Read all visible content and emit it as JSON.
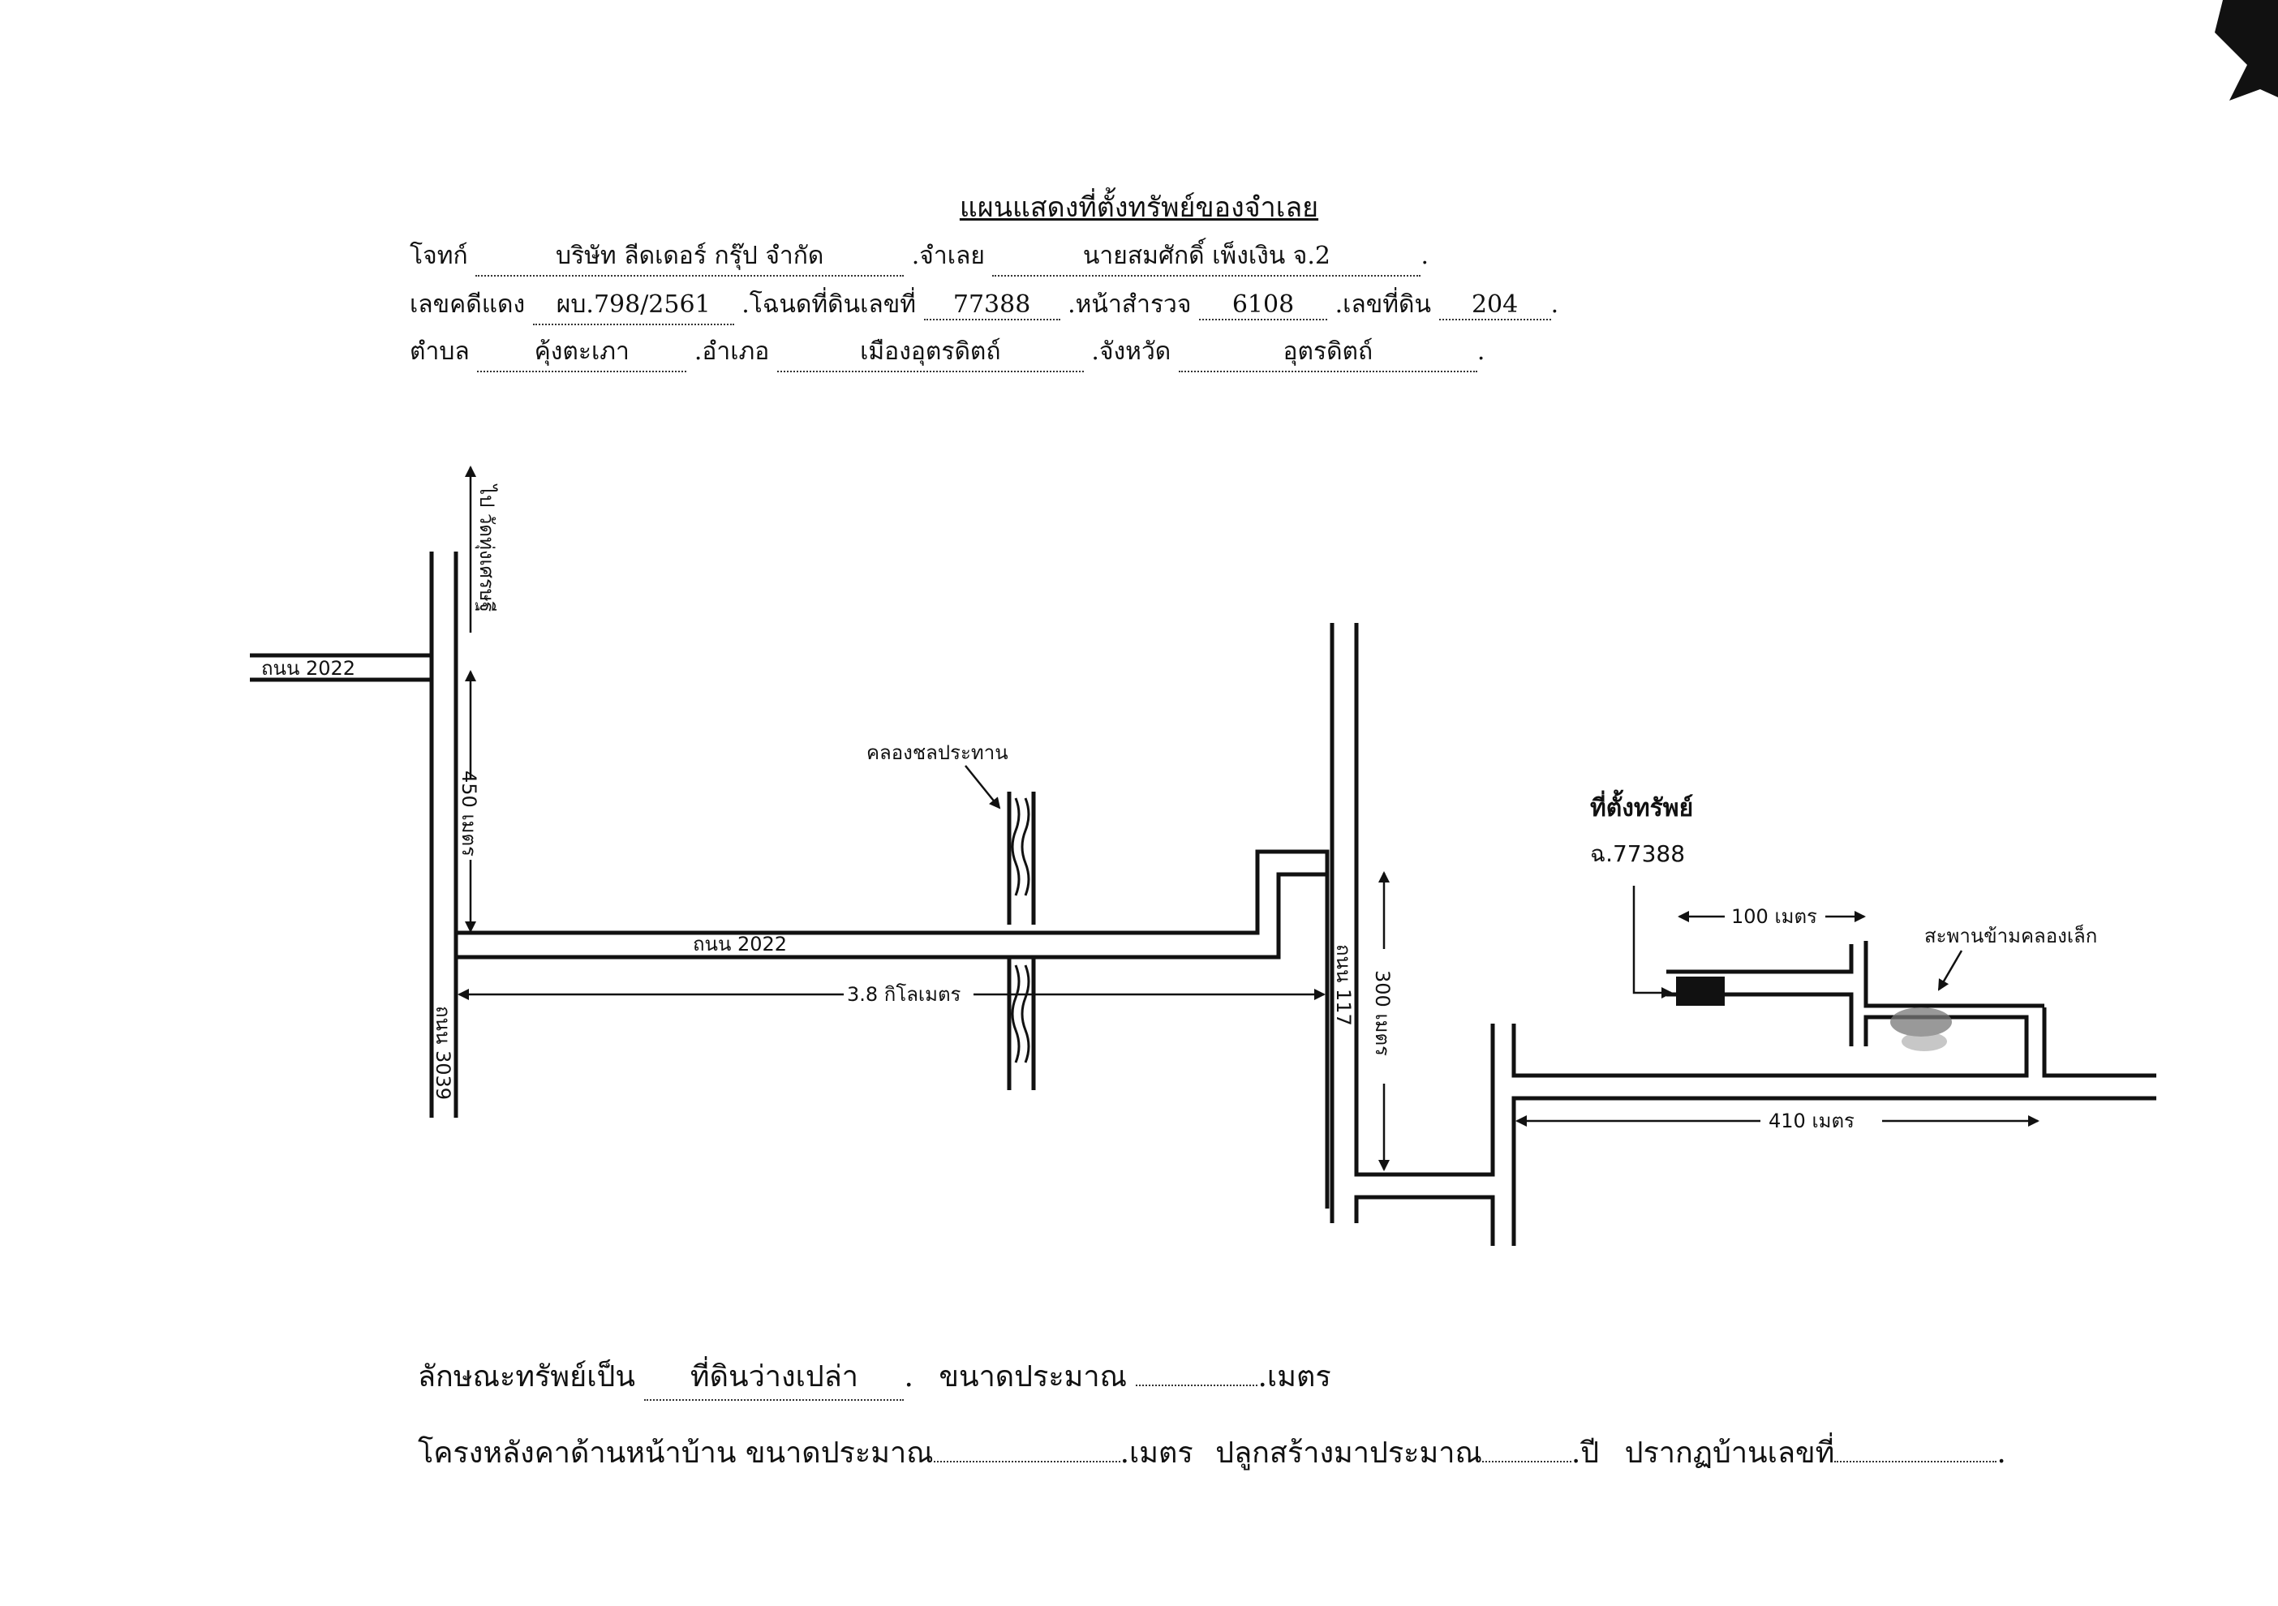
{
  "header": {
    "title": "แผนแสดงที่ตั้งทรัพย์ของจำเลย",
    "plaintiff_label": "โจทก์",
    "plaintiff": "บริษัท ลีดเดอร์ กรุ๊ป จำกัด",
    "defendant_label": ".จำเลย",
    "defendant": "นายสมศักดิ์ เพ็งเงิน จ.2",
    "case_label": "เลขคดีแดง",
    "case_no": "ผบ.798/2561",
    "deed_label": ".โฉนดที่ดินเลขที่",
    "deed_no": "77388",
    "survey_label": ".หน้าสำรวจ",
    "survey_no": "6108",
    "land_label": ".เลขที่ดิน",
    "land_no": "204",
    "subdistrict_label": "ตำบล",
    "subdistrict": "คุ้งตะเภา",
    "district_label": ".อำเภอ",
    "district": "เมืองอุตรดิตถ์",
    "province_label": ".จังหวัด",
    "province": "อุตรดิตถ์"
  },
  "map": {
    "to_wat": "ไป วัดทุ่งเศรษฐี",
    "road_2022_top": "ถนน 2022",
    "road_2022_main": "ถนน 2022",
    "road_3039": "ถนน 3039",
    "road_117": "ถนน 117",
    "canal": "คลองชลประทาน",
    "dist_450": "450 เมตร",
    "dist_3_8": "3.8 กิโลเมตร",
    "dist_300": "300 เมตร",
    "dist_100": "100 เมตร",
    "dist_410": "410 เมตร",
    "property_title": "ที่ตั้งทรัพย์",
    "property_deed": "ฉ.77388",
    "bridge": "สะพานข้ามคลองเล็ก"
  },
  "footer": {
    "line1_label": "ลักษณะทรัพย์เป็น",
    "property_type": "ที่ดินว่างเปล่า",
    "size_label": "ขนาดประมาณ",
    "unit_meter": ".เมตร",
    "line2_label": "โครงหลังคาด้านหน้าบ้าน ขนาดประมาณ",
    "unit_meter2": ".เมตร",
    "built_label": "ปลูกสร้างมาประมาณ",
    "year_unit": ".ปี",
    "house_no_label": "ปรากฏบ้านเลขที่"
  }
}
